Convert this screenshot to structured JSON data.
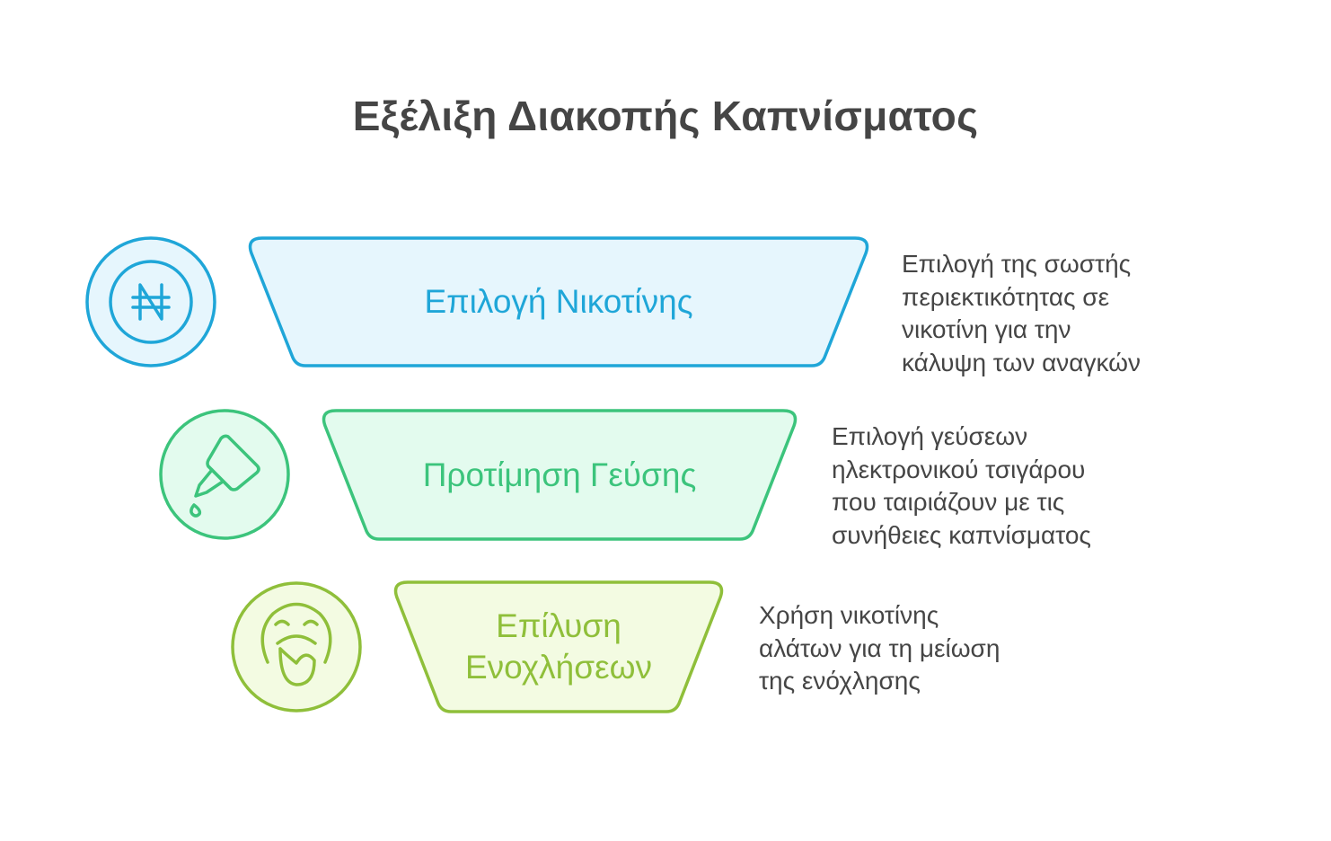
{
  "title": "Εξέλιξη Διακοπής Καπνίσματος",
  "colors": {
    "title": "#454545",
    "text": "#454545",
    "blue": {
      "stroke": "#1fa6d8",
      "fill": "#e6f6fd"
    },
    "green": {
      "stroke": "#3cc47c",
      "fill": "#e3fbee"
    },
    "lime": {
      "stroke": "#8fbf3a",
      "fill": "#f3fbe2"
    }
  },
  "stages": [
    {
      "label_lines": [
        "Επιλογή Νικοτίνης"
      ],
      "description_lines": [
        "Επιλογή της σωστής",
        "περιεκτικότητας σε",
        "νικοτίνη για την",
        "κάλυψη των αναγκών"
      ],
      "icon": "naira-currency-icon"
    },
    {
      "label_lines": [
        "Προτίμηση Γεύσης"
      ],
      "description_lines": [
        "Επιλογή γεύσεων",
        "ηλεκτρονικού τσιγάρου",
        "που ταιριάζουν με τις",
        "συνήθειες καπνίσματος"
      ],
      "icon": "dropper-bottle-icon"
    },
    {
      "label_lines": [
        "Επίλυση",
        "Ενοχλήσεων"
      ],
      "description_lines": [
        "Χρήση νικοτίνης",
        "αλάτων για τη μείωση",
        "της ενόχλησης"
      ],
      "icon": "throat-irritation-icon"
    }
  ]
}
